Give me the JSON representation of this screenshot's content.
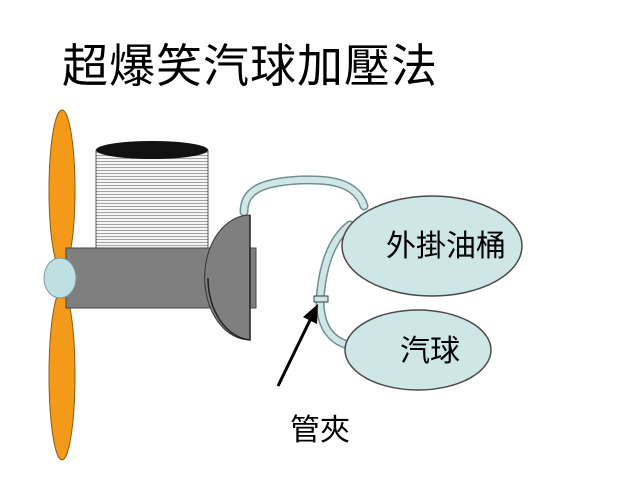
{
  "title": "超爆笑汽球加壓法",
  "labels": {
    "fuel_tank": "外掛油桶",
    "balloon": "汽球",
    "clamp": "管夾"
  },
  "colors": {
    "propeller": "#f39a1a",
    "spinner": "#bfe0e2",
    "engine_body": "#7f7f7f",
    "cylinder_fins": "#f2f2f2",
    "cylinder_head": "#111111",
    "tank_fill": "#cfe6e6",
    "tube_fill": "#cfe6e6"
  }
}
